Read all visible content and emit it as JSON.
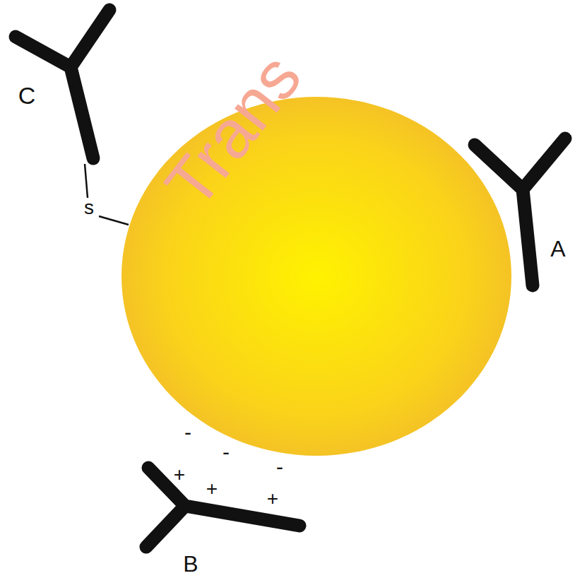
{
  "diagram": {
    "labels": [
      "Trans",
      "C",
      "s",
      "A",
      "-",
      "-",
      "-",
      "+",
      "+",
      "+",
      "B"
    ]
  }
}
